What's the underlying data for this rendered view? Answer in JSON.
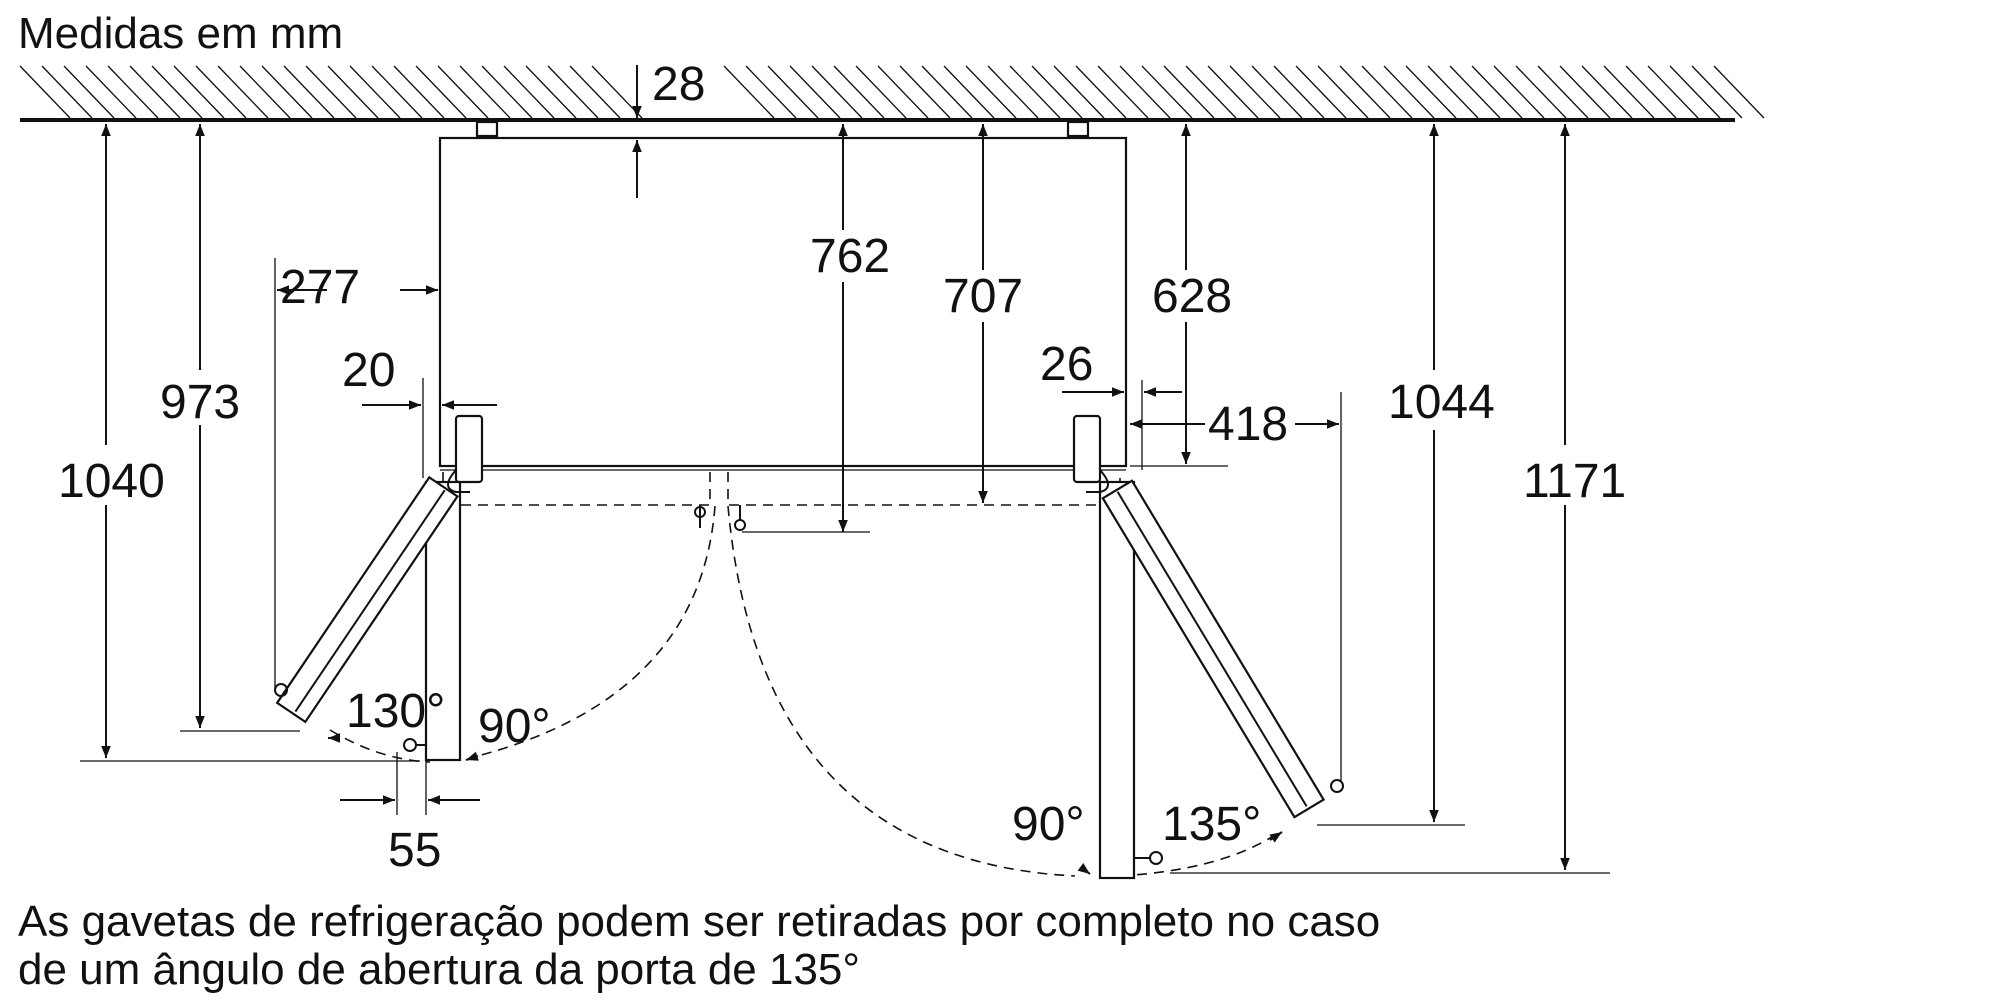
{
  "header": {
    "units_label": "Medidas em mm"
  },
  "dimensions": {
    "wall_gap": "28",
    "side_clearance": "277",
    "left_hinge_offset": "20",
    "right_hinge_offset": "26",
    "depth_body": "762",
    "depth_cabinet": "707",
    "depth_side": "628",
    "right_clearance": "418",
    "left_depth_973": "973",
    "left_depth_1040": "1040",
    "right_depth_1044": "1044",
    "right_depth_1171": "1171",
    "door_gap": "55"
  },
  "angles": {
    "left_open": "130°",
    "left_90": "90°",
    "right_90": "90°",
    "right_open": "135°"
  },
  "footnote": {
    "line1": "As gavetas de refrigeração podem ser retiradas por completo no caso",
    "line2": "de um ângulo de abertura da porta de 135°"
  }
}
